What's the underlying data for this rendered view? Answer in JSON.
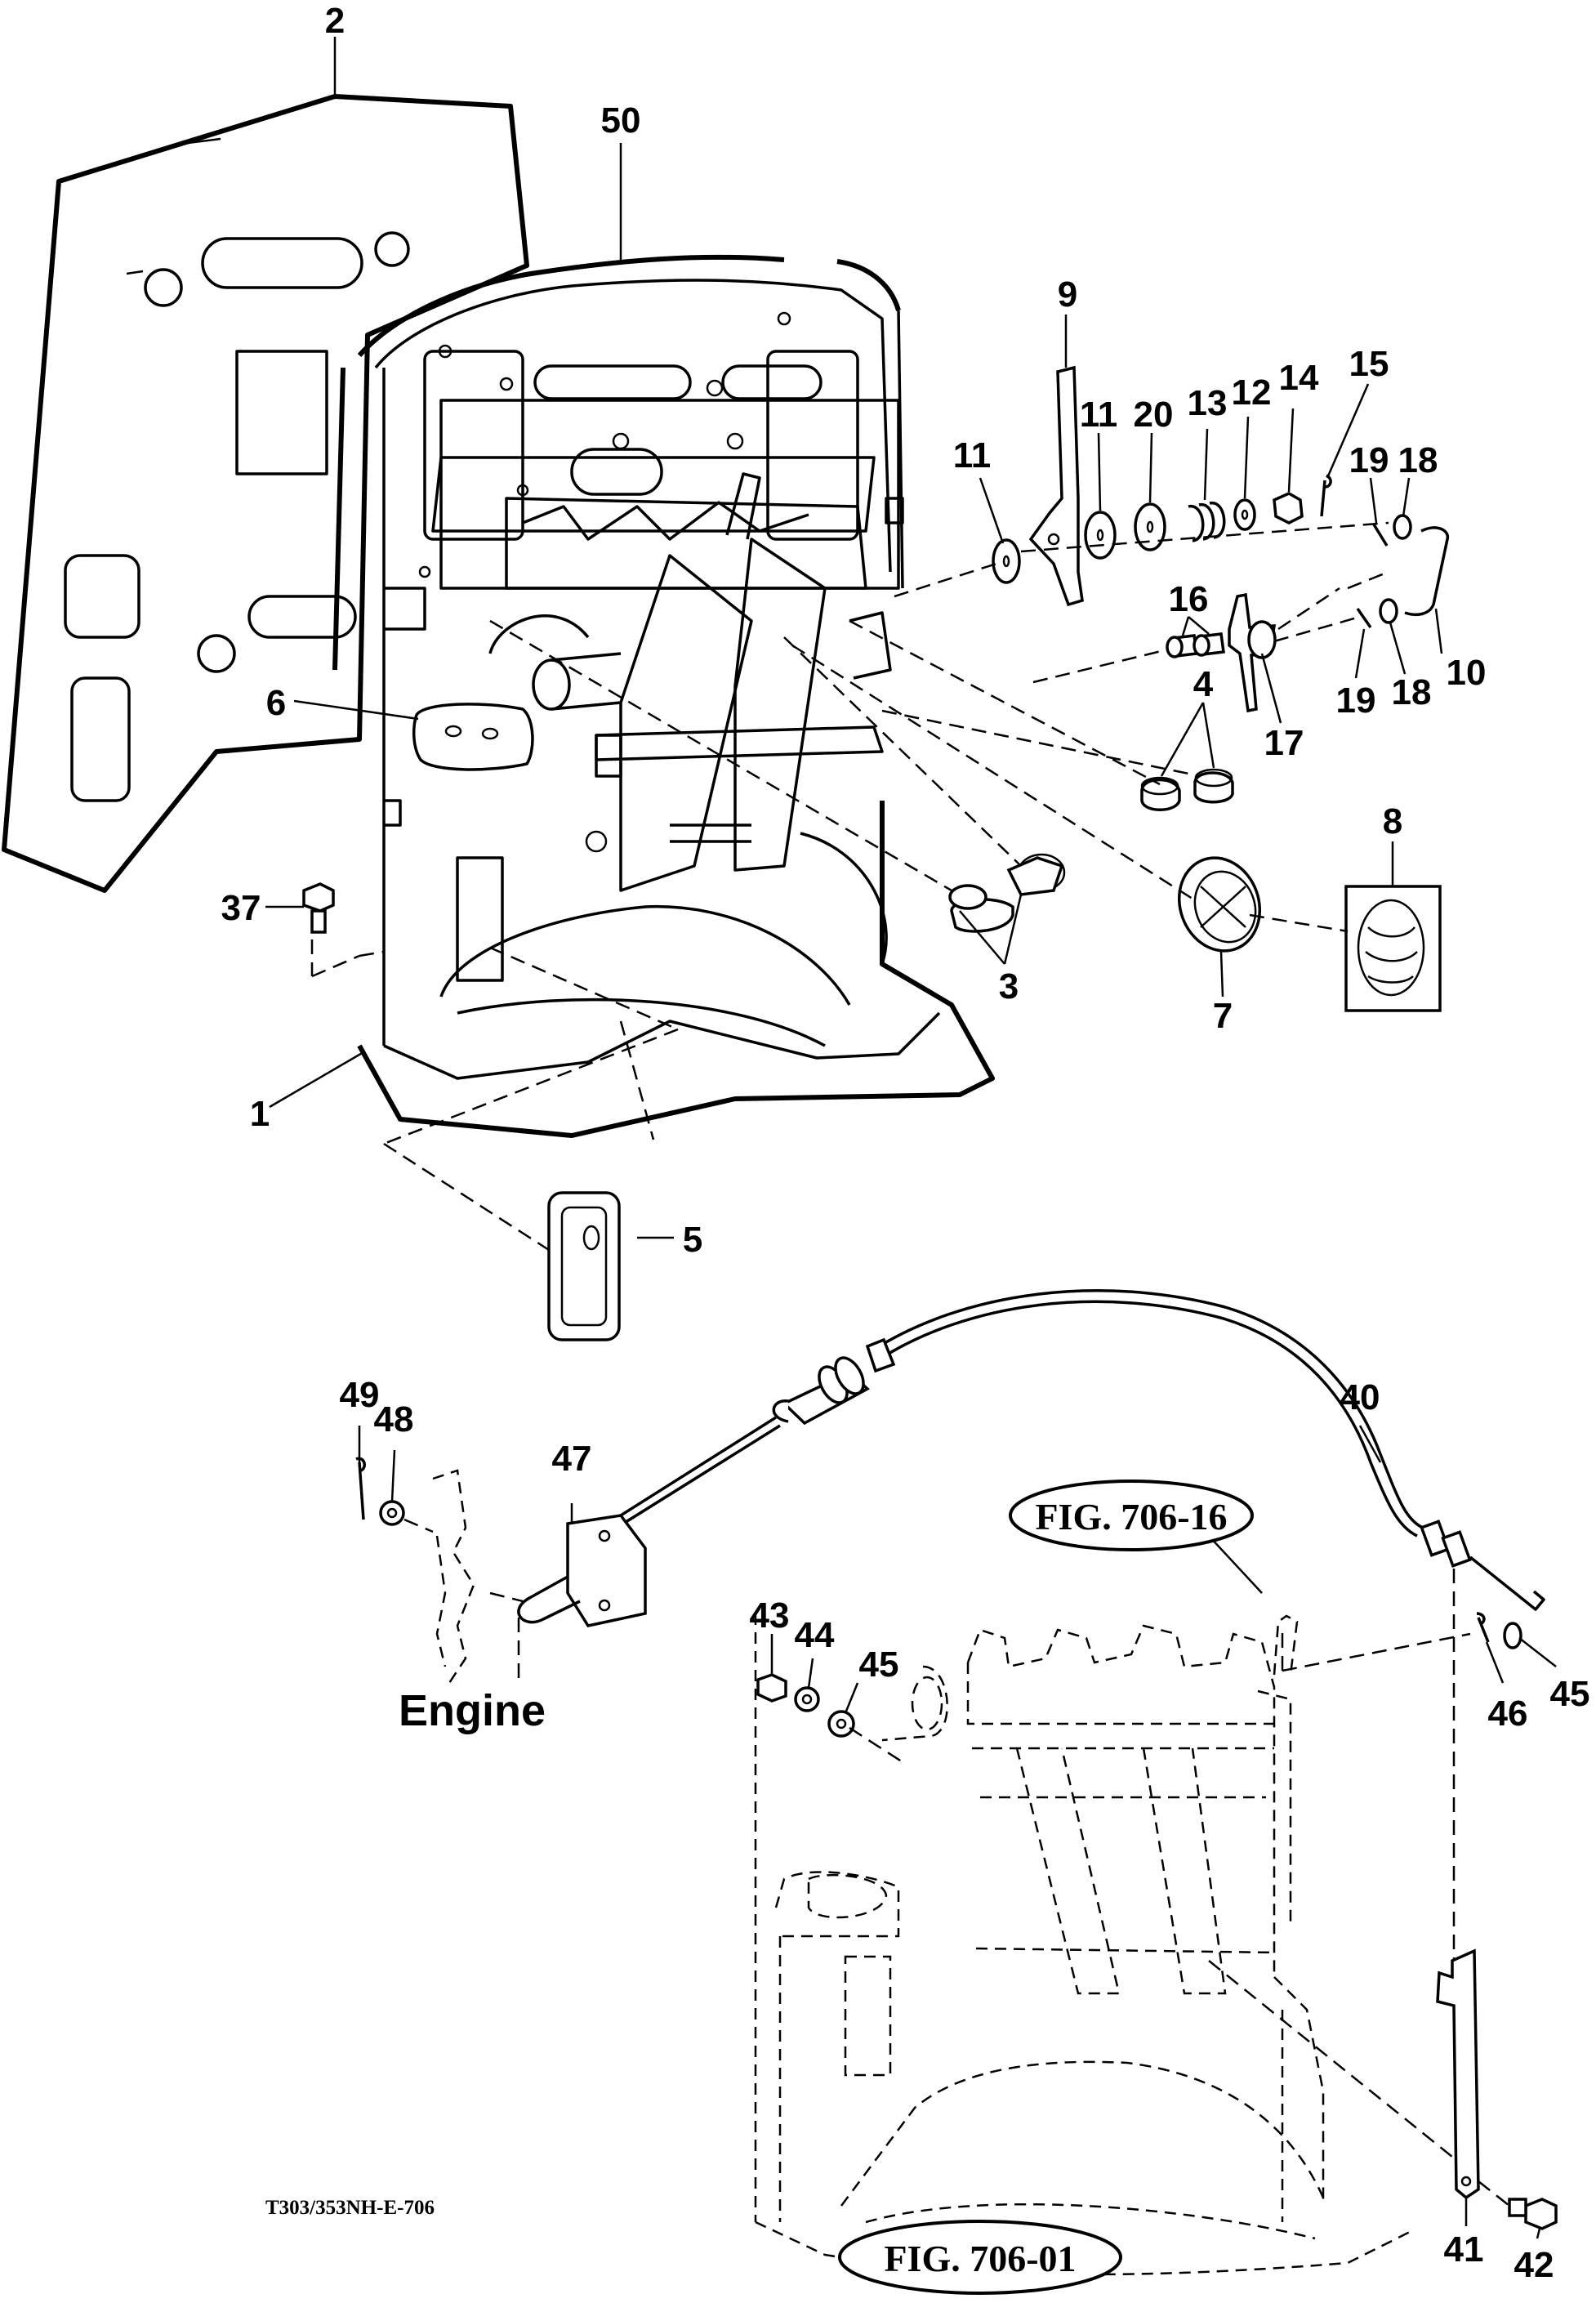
{
  "callouts": [
    {
      "id": "1"
    },
    {
      "id": "2"
    },
    {
      "id": "3"
    },
    {
      "id": "4"
    },
    {
      "id": "5"
    },
    {
      "id": "6"
    },
    {
      "id": "7"
    },
    {
      "id": "8"
    },
    {
      "id": "9"
    },
    {
      "id": "10"
    },
    {
      "id": "11"
    },
    {
      "id": "11"
    },
    {
      "id": "12"
    },
    {
      "id": "13"
    },
    {
      "id": "14"
    },
    {
      "id": "15"
    },
    {
      "id": "16"
    },
    {
      "id": "17"
    },
    {
      "id": "18"
    },
    {
      "id": "18"
    },
    {
      "id": "19"
    },
    {
      "id": "19"
    },
    {
      "id": "20"
    },
    {
      "id": "37"
    },
    {
      "id": "40"
    },
    {
      "id": "41"
    },
    {
      "id": "42"
    },
    {
      "id": "43"
    },
    {
      "id": "44"
    },
    {
      "id": "45"
    },
    {
      "id": "45"
    },
    {
      "id": "46"
    },
    {
      "id": "47"
    },
    {
      "id": "48"
    },
    {
      "id": "49"
    },
    {
      "id": "50"
    }
  ],
  "labels": {
    "engine": "Engine",
    "fig_ref_top": "FIG. 706-16",
    "fig_ref_bottom": "FIG. 706-01",
    "doc_id": "T303/353NH-E-706"
  }
}
